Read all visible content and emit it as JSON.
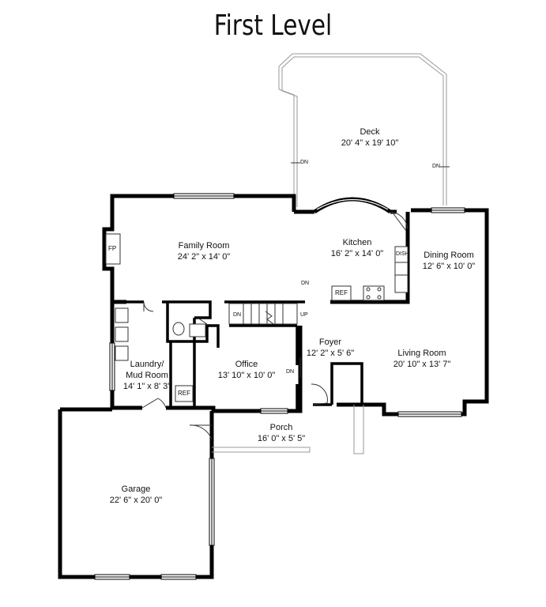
{
  "page": {
    "title": "First Level"
  },
  "rooms": {
    "deck": {
      "name": "Deck",
      "size": "20' 4\" x 19' 10\""
    },
    "family": {
      "name": "Family Room",
      "size": "24' 2\" x 14' 0\""
    },
    "kitchen": {
      "name": "Kitchen",
      "size": "16' 2\" x 14' 0\""
    },
    "dining": {
      "name": "Dining Room",
      "size": "12' 6\" x 10' 0\""
    },
    "laundry": {
      "name_line1": "Laundry/",
      "name_line2": "Mud Room",
      "size": "14' 1\" x 8' 3\""
    },
    "office": {
      "name": "Office",
      "size": "13' 10\" x 10' 0\""
    },
    "foyer": {
      "name": "Foyer",
      "size": "12' 2\" x 5' 6\""
    },
    "living": {
      "name": "Living Room",
      "size": "20' 10\" x 13' 7\""
    },
    "porch": {
      "name": "Porch",
      "size": "16' 0\" x 5' 5\""
    },
    "garage": {
      "name": "Garage",
      "size": "22' 6\" x 20' 0\""
    }
  },
  "fixtures": {
    "fireplace": "FP",
    "ref_kitchen": "REF",
    "ref_laundry": "REF",
    "dishwasher": "DISH"
  },
  "stair_tags": {
    "down": "DN",
    "up": "UP"
  }
}
